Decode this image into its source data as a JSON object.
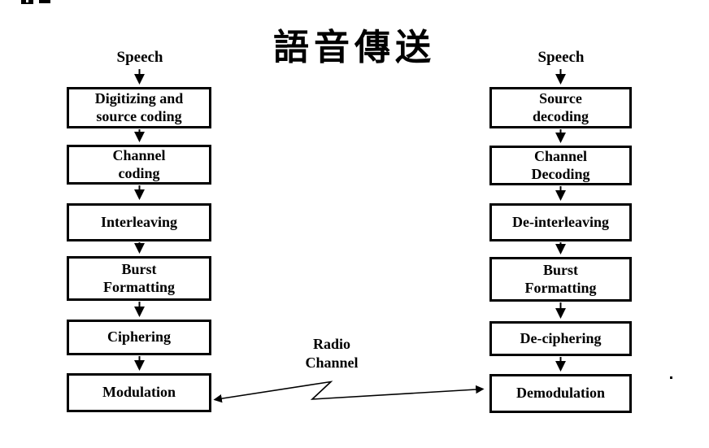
{
  "title": "語音傳送",
  "transmit_chain": {
    "source_label": "Speech",
    "boxes": [
      "Digitizing and\nsource coding",
      "Channel\ncoding",
      "Interleaving",
      "Burst\nFormatting",
      "Ciphering",
      "Modulation"
    ]
  },
  "receive_chain": {
    "source_label": "Speech",
    "boxes": [
      "Source\ndecoding",
      "Channel\nDecoding",
      "De-interleaving",
      "Burst\nFormatting",
      "De-ciphering",
      "Demodulation"
    ]
  },
  "radio_channel_label": "Radio\nChannel",
  "colors": {
    "line": "#000000",
    "background": "#ffffff"
  }
}
